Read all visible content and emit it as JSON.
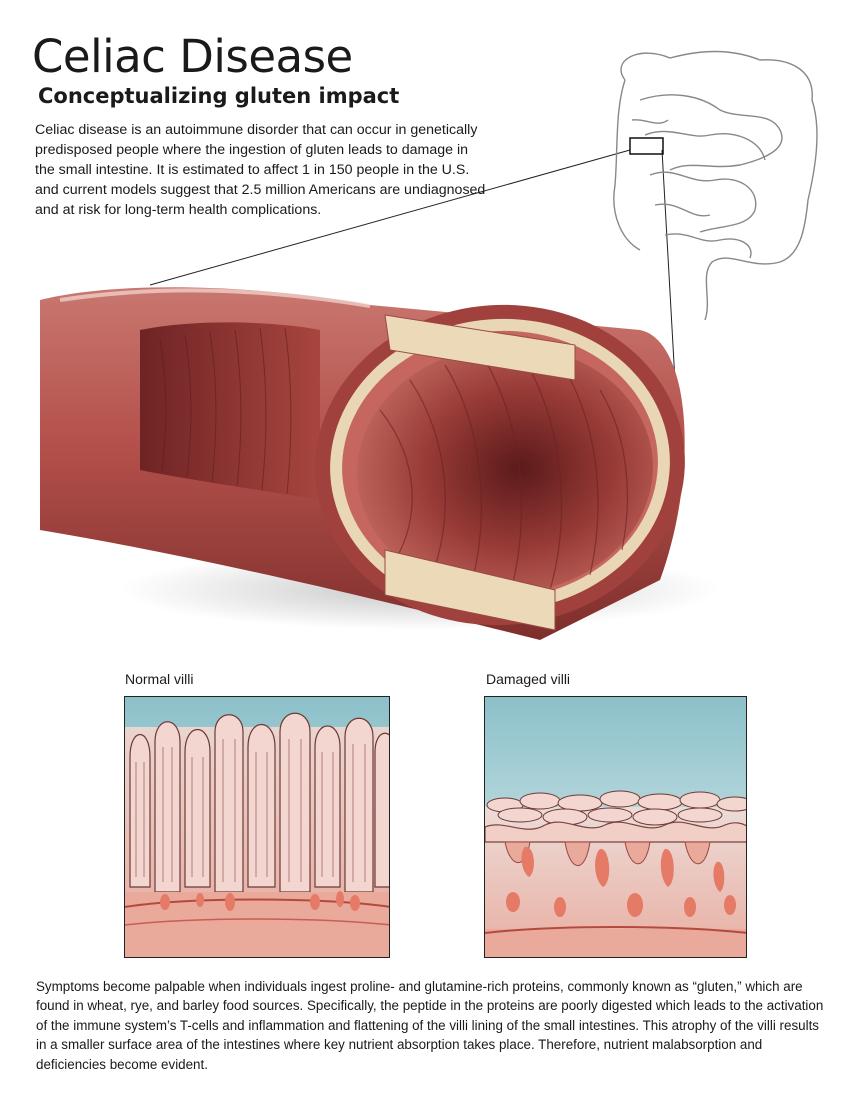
{
  "header": {
    "title": "Celiac Disease",
    "subtitle": "Conceptualizing gluten impact"
  },
  "intro_text": "Celiac disease is an autoimmune disorder that can occur in genetically predisposed people where the ingestion of gluten leads to damage in the small intestine.  It is estimated to affect 1 in 150 people in the U.S. and current models suggest that 2.5 million Americans are undiagnosed and at risk for long-term health complications.",
  "panels": {
    "normal_label": "Normal villi",
    "damaged_label": "Damaged villi"
  },
  "outro_text": "Symptoms become palpable when individuals ingest proline- and glutamine-rich proteins, commonly known as “gluten,” which are found in wheat, rye, and barley food sources.  Specifically, the peptide in the proteins are poorly digested which leads to the activation of the immune system’s T-cells and inflammation and flattening of the villi lining of the small intestines.  This atrophy of the villi results in a smaller surface area of the intestines where key nutrient absorption takes place.  Therefore, nutrient malabsorption and deficiencies become evident.",
  "colors": {
    "tissue": "#b8524f",
    "tissue_dark": "#7a2a2a",
    "lumen_blue": "#8fc3cc",
    "villi_pink": "#f1d2cc"
  }
}
